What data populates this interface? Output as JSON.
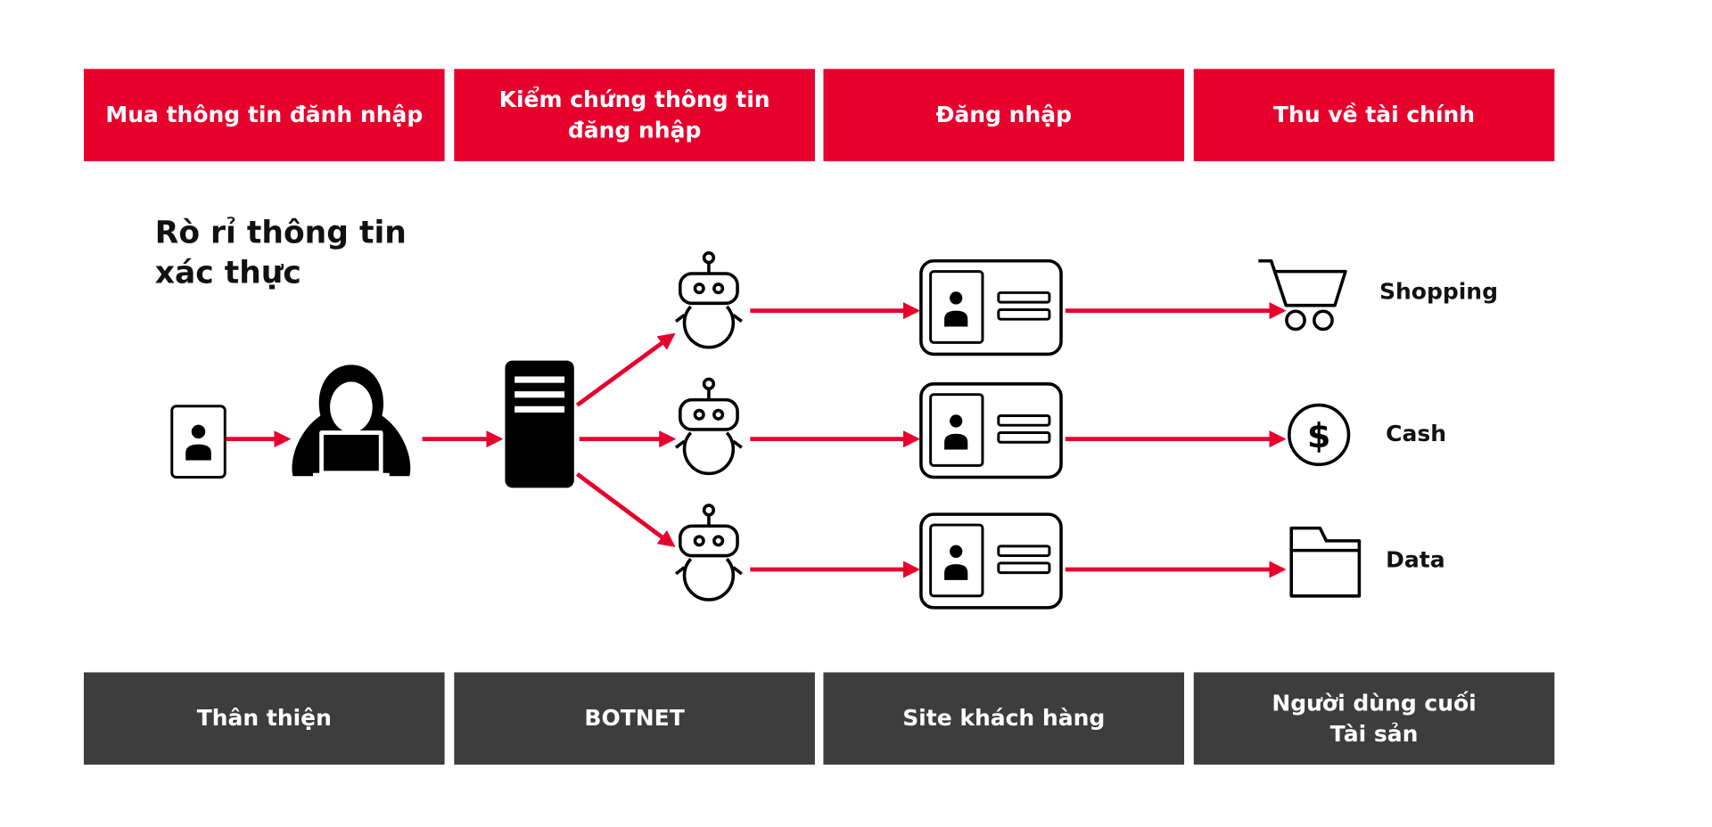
{
  "stages_top": [
    {
      "label": "Mua thông tin đănh nhập"
    },
    {
      "label": "Kiểm chứng thông tin\nđăng nhập"
    },
    {
      "label": "Đăng nhập"
    },
    {
      "label": "Thu về tài chính"
    }
  ],
  "stages_bottom": [
    {
      "label": "Thân thiện"
    },
    {
      "label": "BOTNET"
    },
    {
      "label": "Site khách hàng"
    },
    {
      "label": "Người dùng cuối\nTài sản"
    }
  ],
  "headline": "Rò rỉ thông tin\nxác thực",
  "outcomes": [
    {
      "label": "Shopping",
      "icon": "shopping-cart-icon"
    },
    {
      "label": "Cash",
      "icon": "dollar-coin-icon"
    },
    {
      "label": "Data",
      "icon": "folder-icon"
    }
  ],
  "colors": {
    "accent": "#e8002d",
    "dark": "#3d3d3d",
    "icon": "#000000"
  }
}
